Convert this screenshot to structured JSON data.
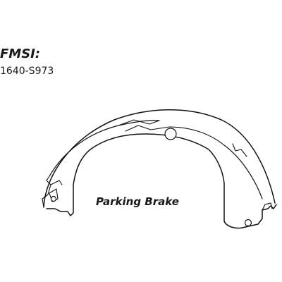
{
  "header": {
    "fmsi_label": "FMSI:",
    "part_number": "1640-S973"
  },
  "diagram": {
    "caption": "Parking Brake",
    "subject": "brake-shoe",
    "line_color": "#111111",
    "background_color": "#ffffff"
  }
}
